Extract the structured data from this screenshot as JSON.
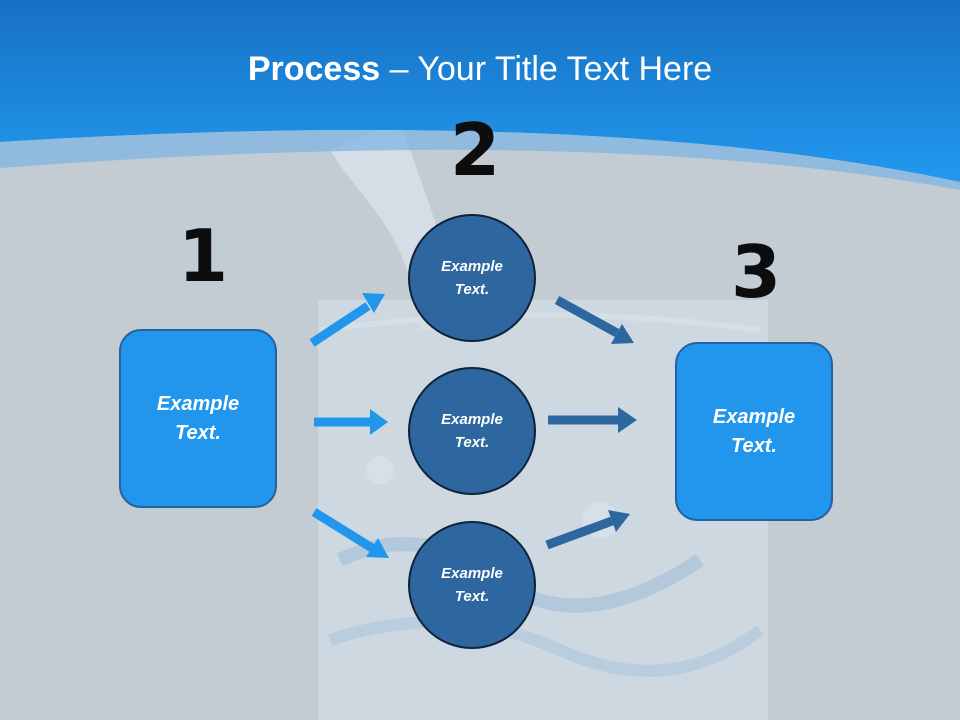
{
  "title": {
    "bold": "Process",
    "dash": " – ",
    "rest": "Your Title Text Here"
  },
  "steps": {
    "one": "1",
    "two": "2",
    "three": "3"
  },
  "left_box": {
    "text": "Example\nText."
  },
  "right_box": {
    "text": "Example\nText."
  },
  "circles": [
    {
      "text": "Example\nText."
    },
    {
      "text": "Example\nText."
    },
    {
      "text": "Example\nText."
    }
  ],
  "colors": {
    "header_blue": "#1a8de4",
    "light_arrow": "#2196ec",
    "dark_arrow": "#2e66a0",
    "circle_fill": "#2e66a0",
    "box_fill": "#2196ec",
    "background": "#c3cbd3"
  }
}
